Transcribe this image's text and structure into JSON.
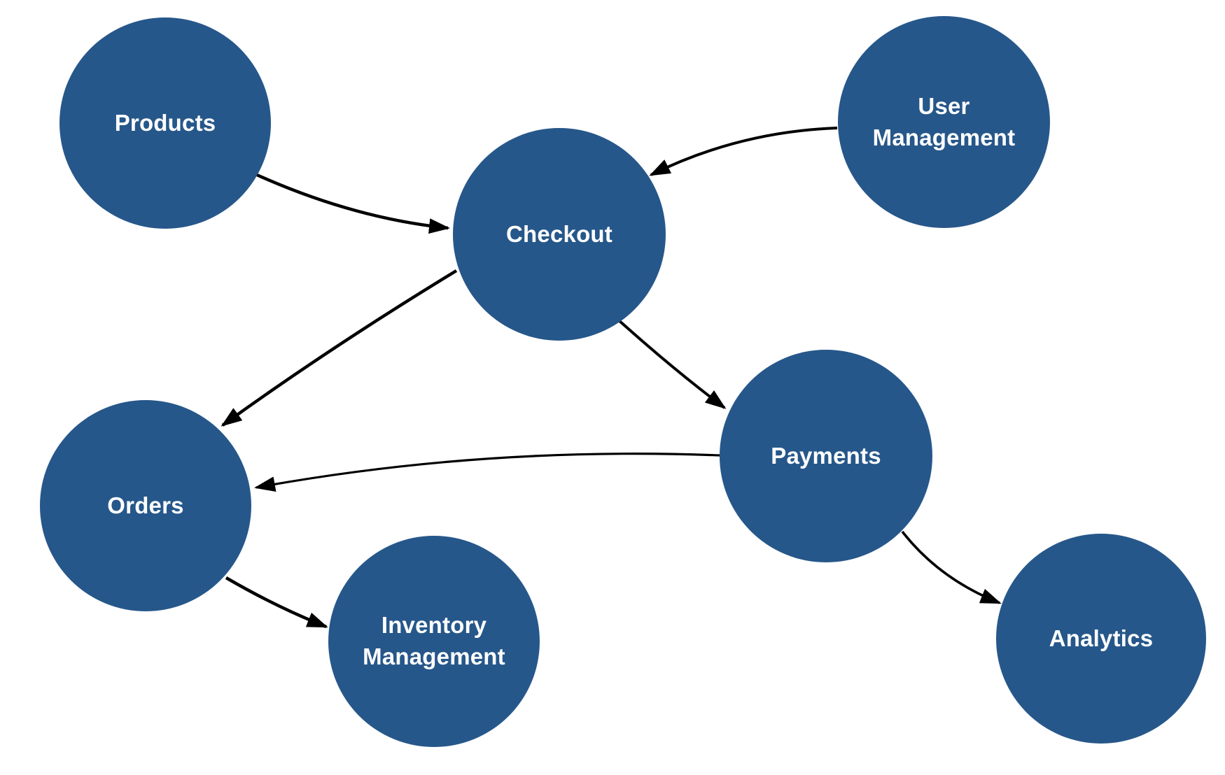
{
  "diagram": {
    "type": "flow-diagram",
    "background_color": "#ffffff",
    "colors": {
      "node_fill": "#26578A",
      "node_text": "#ffffff",
      "edge": "#000000"
    },
    "nodes": [
      {
        "id": "products",
        "label": "Products"
      },
      {
        "id": "user-management",
        "label": "User Management"
      },
      {
        "id": "checkout",
        "label": "Checkout"
      },
      {
        "id": "payments",
        "label": "Payments"
      },
      {
        "id": "orders",
        "label": "Orders"
      },
      {
        "id": "inventory-management",
        "label": "Inventory Management"
      },
      {
        "id": "analytics",
        "label": "Analytics"
      }
    ],
    "edges": [
      {
        "from": "Products",
        "to": "Checkout"
      },
      {
        "from": "User Management",
        "to": "Checkout"
      },
      {
        "from": "Checkout",
        "to": "Orders"
      },
      {
        "from": "Checkout",
        "to": "Payments"
      },
      {
        "from": "Payments",
        "to": "Orders"
      },
      {
        "from": "Orders",
        "to": "Inventory Management"
      },
      {
        "from": "Payments",
        "to": "Analytics"
      }
    ]
  }
}
